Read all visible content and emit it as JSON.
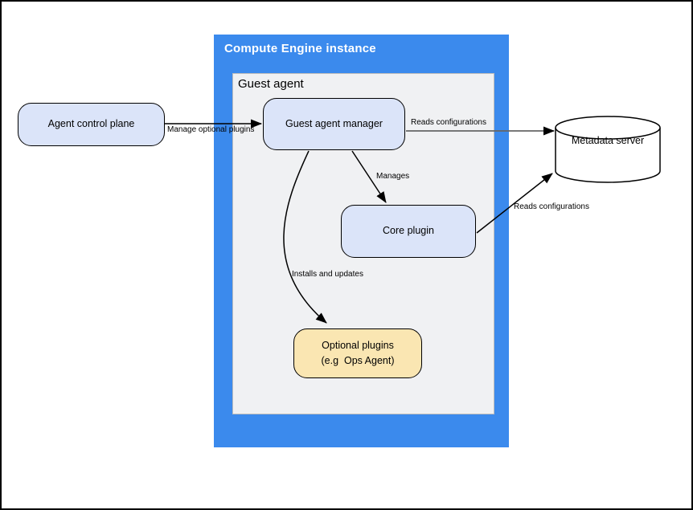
{
  "diagram": {
    "containers": {
      "compute_engine": {
        "title": "Compute Engine instance",
        "fill": "#3b8aed",
        "title_color": "#ffffff"
      },
      "guest_agent": {
        "title": "Guest agent",
        "fill": "#f0f1f3",
        "title_color": "#000000"
      }
    },
    "nodes": {
      "agent_control_plane": {
        "label": "Agent control plane",
        "fill": "#dbe4f9"
      },
      "guest_agent_manager": {
        "label": "Guest agent manager",
        "fill": "#dbe4f9"
      },
      "core_plugin": {
        "label": "Core plugin",
        "fill": "#dbe4f9"
      },
      "optional_plugins": {
        "label_line1": "Optional plugins",
        "label_line2": "(e.g  Ops Agent)",
        "fill": "#fae6b2"
      },
      "metadata_server": {
        "label": "Metadata server",
        "shape": "cylinder",
        "fill": "#ffffff"
      }
    },
    "edges": {
      "manage_optional_plugins": {
        "label": "Manage optional plugins",
        "from": "agent_control_plane",
        "to": "guest_agent_manager"
      },
      "reads_configurations_manager": {
        "label": "Reads configurations",
        "from": "guest_agent_manager",
        "to": "metadata_server"
      },
      "manages": {
        "label": "Manages",
        "from": "guest_agent_manager",
        "to": "core_plugin"
      },
      "installs_and_updates": {
        "label": "Installs and updates",
        "from": "guest_agent_manager",
        "to": "optional_plugins"
      },
      "reads_configurations_core": {
        "label": "Reads configurations",
        "from": "core_plugin",
        "to": "metadata_server"
      }
    },
    "palette": {
      "container_blue": "#3b8aed",
      "container_gray": "#f0f1f3",
      "node_blue": "#dbe4f9",
      "node_yellow": "#fae6b2",
      "edge_black": "#000000",
      "edge_gray": "#666666"
    }
  }
}
